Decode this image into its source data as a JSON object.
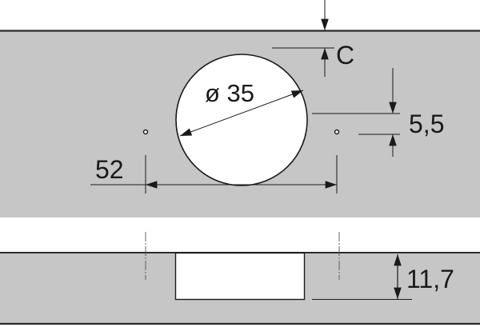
{
  "diagram": {
    "type": "technical-drawing",
    "subject": "concealed hinge cup drilling pattern",
    "colors": {
      "panel_fill": "#c6c6c6",
      "panel_edge": "#2a2a2a",
      "cup_fill": "#ffffff",
      "line": "#1a1a1a",
      "background": "#ffffff"
    },
    "top_view": {
      "cup_diameter_label": "ø 35",
      "edge_distance_label": "C",
      "offset_label": "5,5",
      "hole_spacing_label": "52"
    },
    "section_view": {
      "cup_depth_label": "11,7"
    }
  }
}
